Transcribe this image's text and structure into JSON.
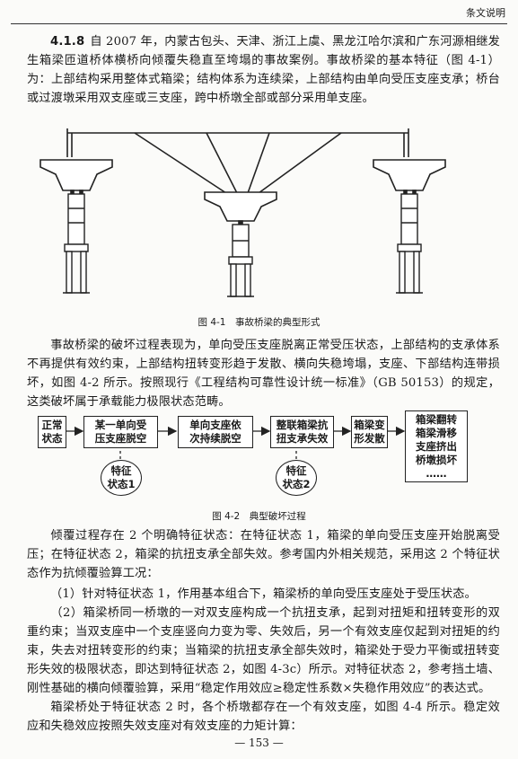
{
  "header": {
    "label": "条文说明"
  },
  "section_number": "4.1.8",
  "paragraphs": {
    "p1": "自 2007 年，内蒙古包头、天津、浙江上虞、黑龙江哈尔滨和广东河源相继发生箱梁匝道桥体横桥向倾覆失稳直至垮塌的事故案例。事故桥梁的基本特征（图 4-1）为：上部结构采用整体式箱梁；结构体系为连续梁，上部结构由单向受压支座支承；桥台或过渡墩采用双支座或三支座，跨中桥墩全部或部分采用单支座。",
    "p2": "事故桥梁的破坏过程表现为，单向受压支座脱离正常受压状态，上部结构的支承体系不再提供有效约束，上部结构扭转变形趋于发散、横向失稳垮塌，支座、下部结构连带损坏，如图 4-2 所示。按照现行《工程结构可靠性设计统一标准》（GB 50153）的规定，这类破坏属于承载能力极限状态范畴。",
    "p3": "倾覆过程存在 2 个明确特征状态：在特征状态 1，箱梁的单向受压支座开始脱离受压；在特征状态 2，箱梁的抗扭支承全部失效。参考国内外相关规范，采用这 2 个特征状态作为抗倾覆验算工况：",
    "p4": "（1）针对特征状态 1，作用基本组合下，箱梁桥的单向受压支座处于受压状态。",
    "p5": "（2）箱梁桥同一桥墩的一对双支座构成一个抗扭支承，起到对扭矩和扭转变形的双重约束；当双支座中一个支座竖向力变为零、失效后，另一个有效支座仅起到对扭矩的约束，失去对扭转变形的约束；当箱梁的抗扭支承全部失效时，箱梁处于受力平衡或扭转变形失效的极限状态，即达到特征状态 2，如图 4-3c）所示。对特征状态 2，参考挡土墙、刚性基础的横向倾覆验算，采用“稳定作用效应≥稳定性系数×失稳作用效应”的表达式。",
    "p6": "箱梁桥处于特征状态 2 时，各个桥墩都存在一个有效支座，如图 4-4 所示。稳定效应和失稳效应按照失效支座对有效支座的力矩计算："
  },
  "figures": {
    "fig1_caption": "图 4-1　事故桥梁的典型形式",
    "fig2_caption": "图 4-2　典型破坏过程",
    "flow": {
      "normal": "正常\n状态",
      "step1": "某一单向受\n压支座脱空",
      "step2": "单向支座依\n次持续脱空",
      "step3": "整联箱梁抗\n扭支承失效",
      "step4": "箱梁变\n形发散",
      "step5": "箱梁翻转\n箱梁滑移\n支座挤出\n桥墩损坏\n……",
      "state1": "特征\n状态1",
      "state2": "特征\n状态2"
    }
  },
  "page_number": "— 153 —"
}
